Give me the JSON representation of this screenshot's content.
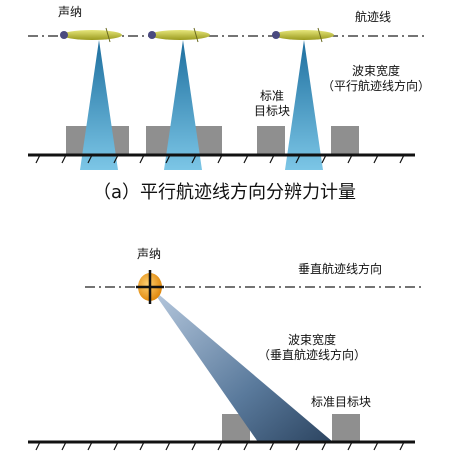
{
  "panel_a": {
    "sonar_label": "声纳",
    "track_label": "航迹线",
    "beam_label_line1": "波束宽度",
    "beam_label_line2": "（平行航迹线方向）",
    "target_label_line1": "标准",
    "target_label_line2": "目标块",
    "caption": "（a）平行航迹线方向分辨力计量"
  },
  "panel_b": {
    "sonar_label": "声纳",
    "track_label": "垂直航迹线方向",
    "beam_label_line1": "波束宽度",
    "beam_label_line2": "（垂直航迹线方向）",
    "target_label": "标准目标块"
  },
  "colors": {
    "sonar_body": "#c8c83a",
    "beam_dark": "#1e6f9f",
    "beam_light": "#7cc6e6",
    "target_block": "#8f8f8f",
    "ground": "#111111",
    "sonar_b": "#f0a020"
  }
}
